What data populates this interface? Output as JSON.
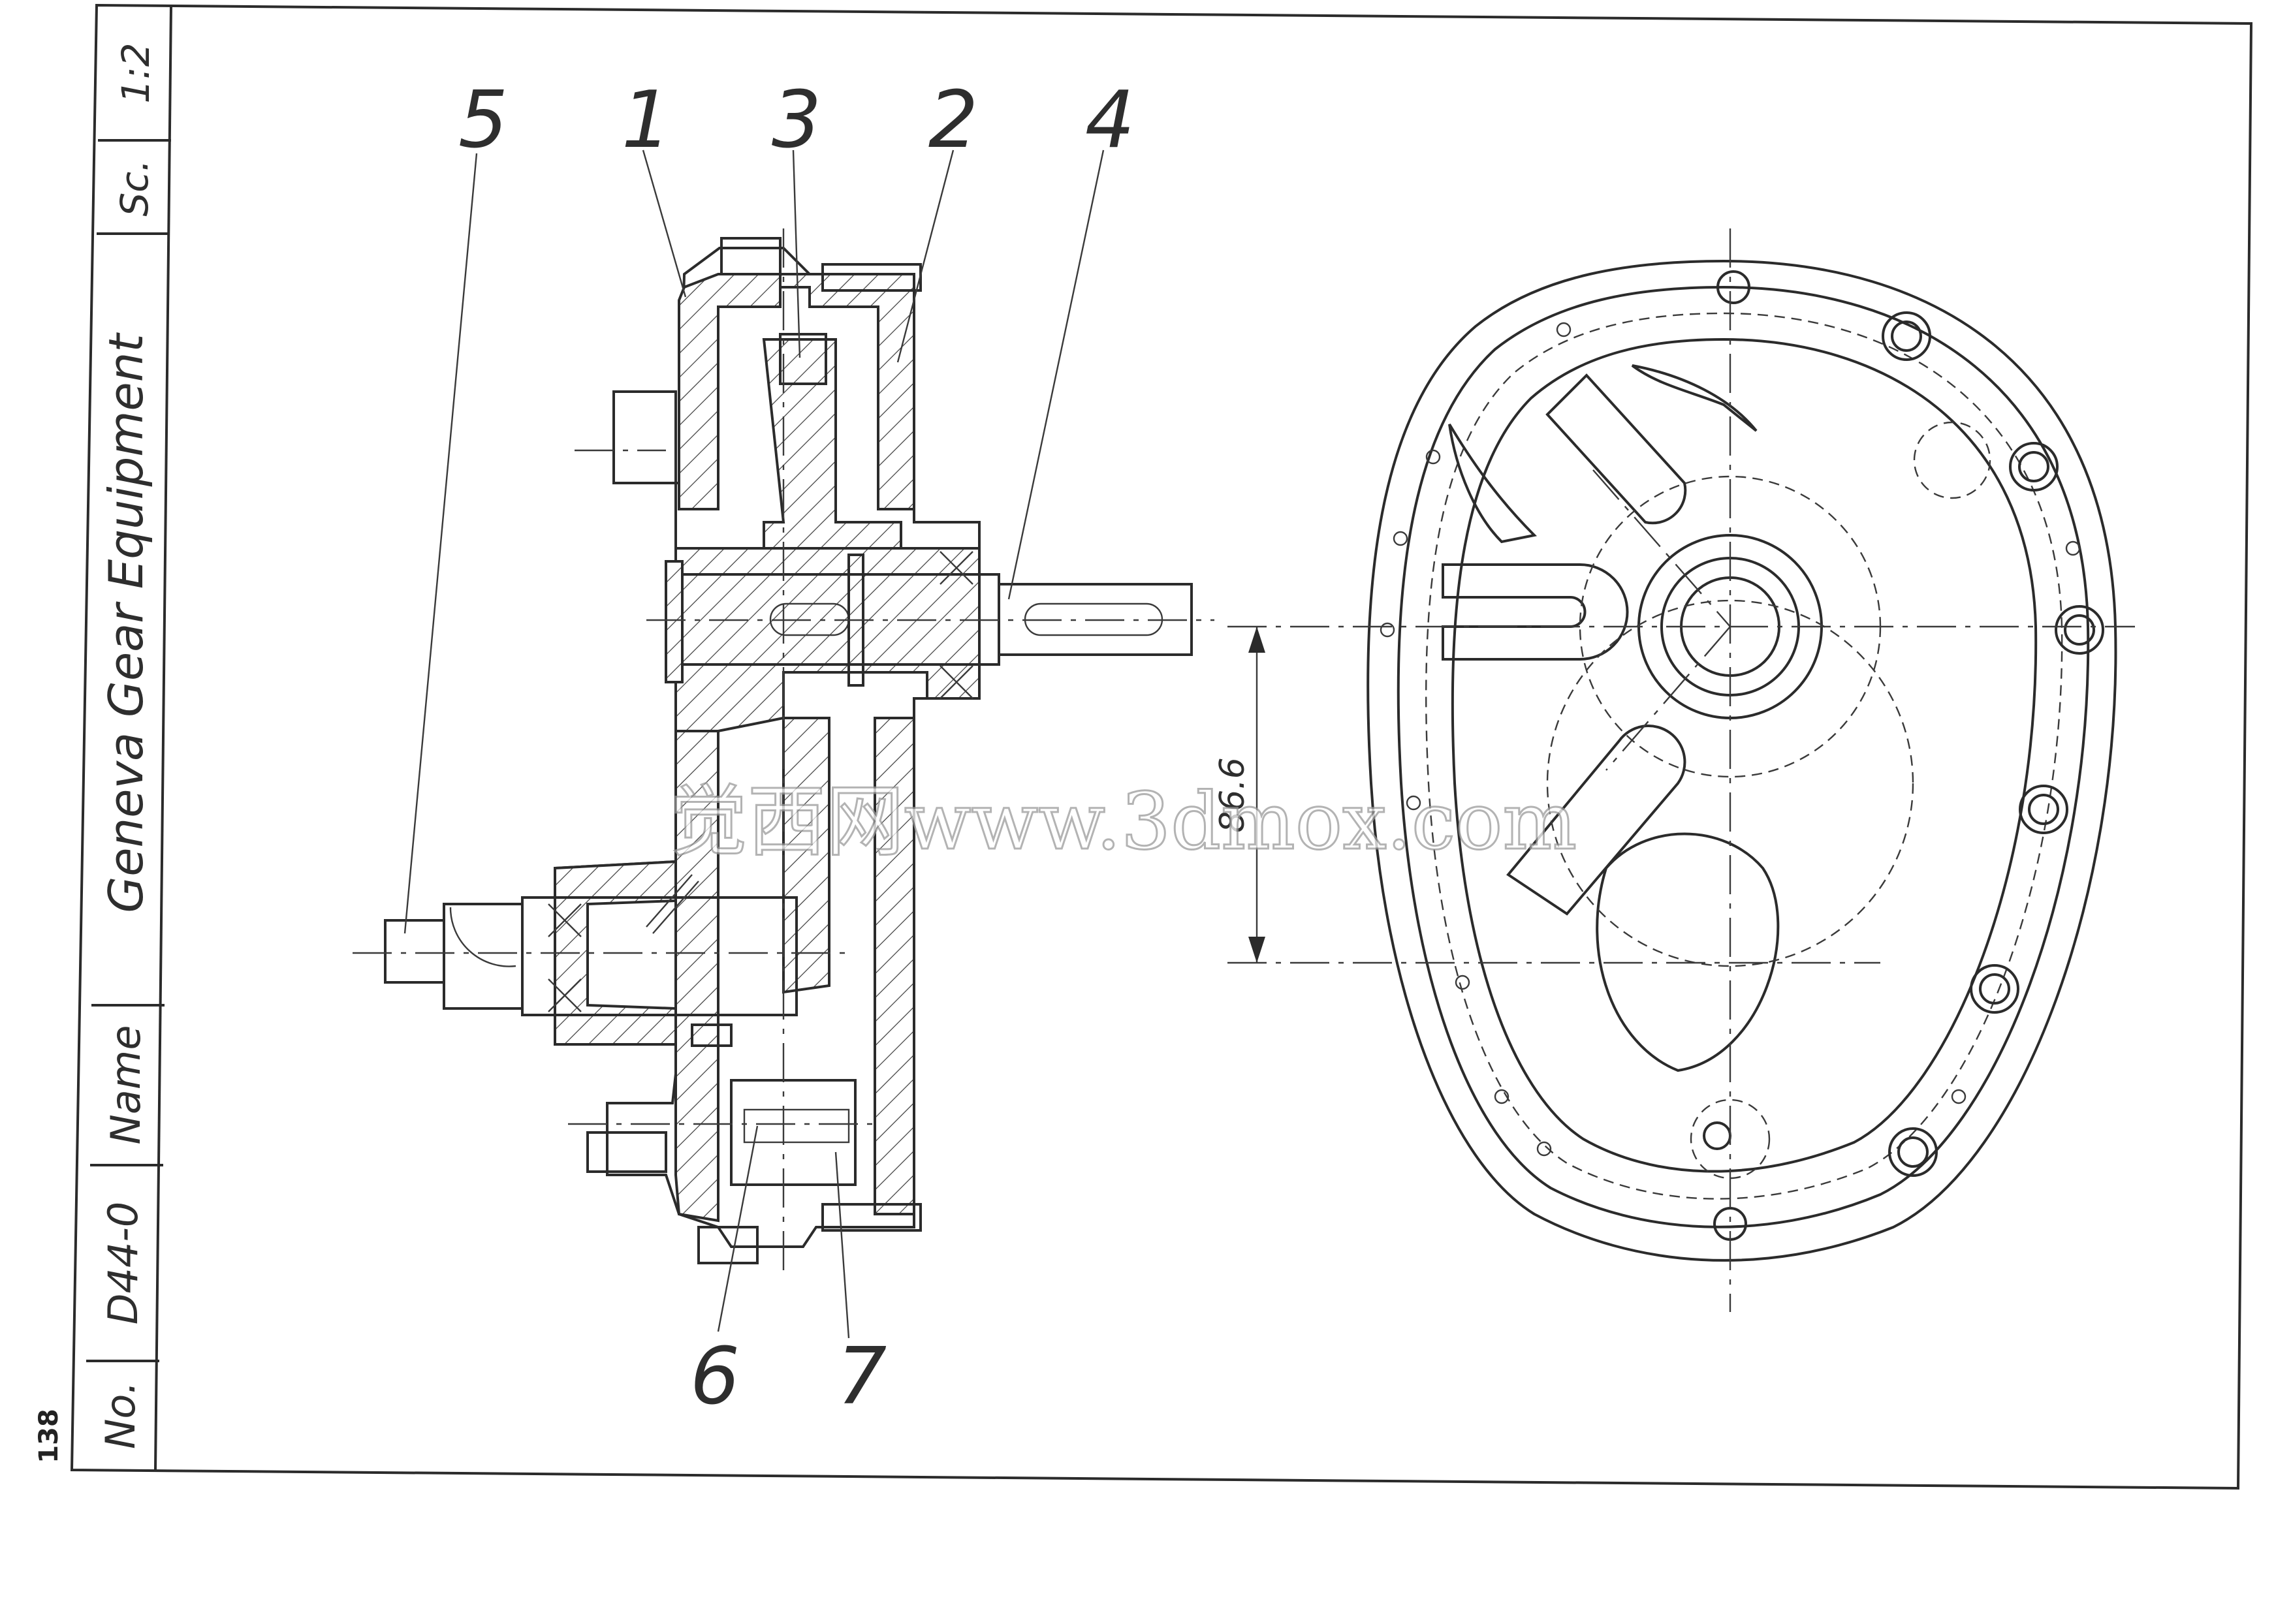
{
  "title_block": {
    "scale_label": "Sc.",
    "scale_value": "1:2",
    "drawing_title": "Geneva Gear Equipment",
    "name_label": "Name",
    "number_value": "D44-0",
    "number_label": "No."
  },
  "page_number": "138",
  "part_labels": [
    "5",
    "1",
    "3",
    "2",
    "4",
    "6",
    "7"
  ],
  "dimension": {
    "value": "86.6"
  },
  "watermark": "觉西网www.3dmox.com",
  "colors": {
    "ink": "#2b2b2b",
    "paper": "#ffffff"
  }
}
